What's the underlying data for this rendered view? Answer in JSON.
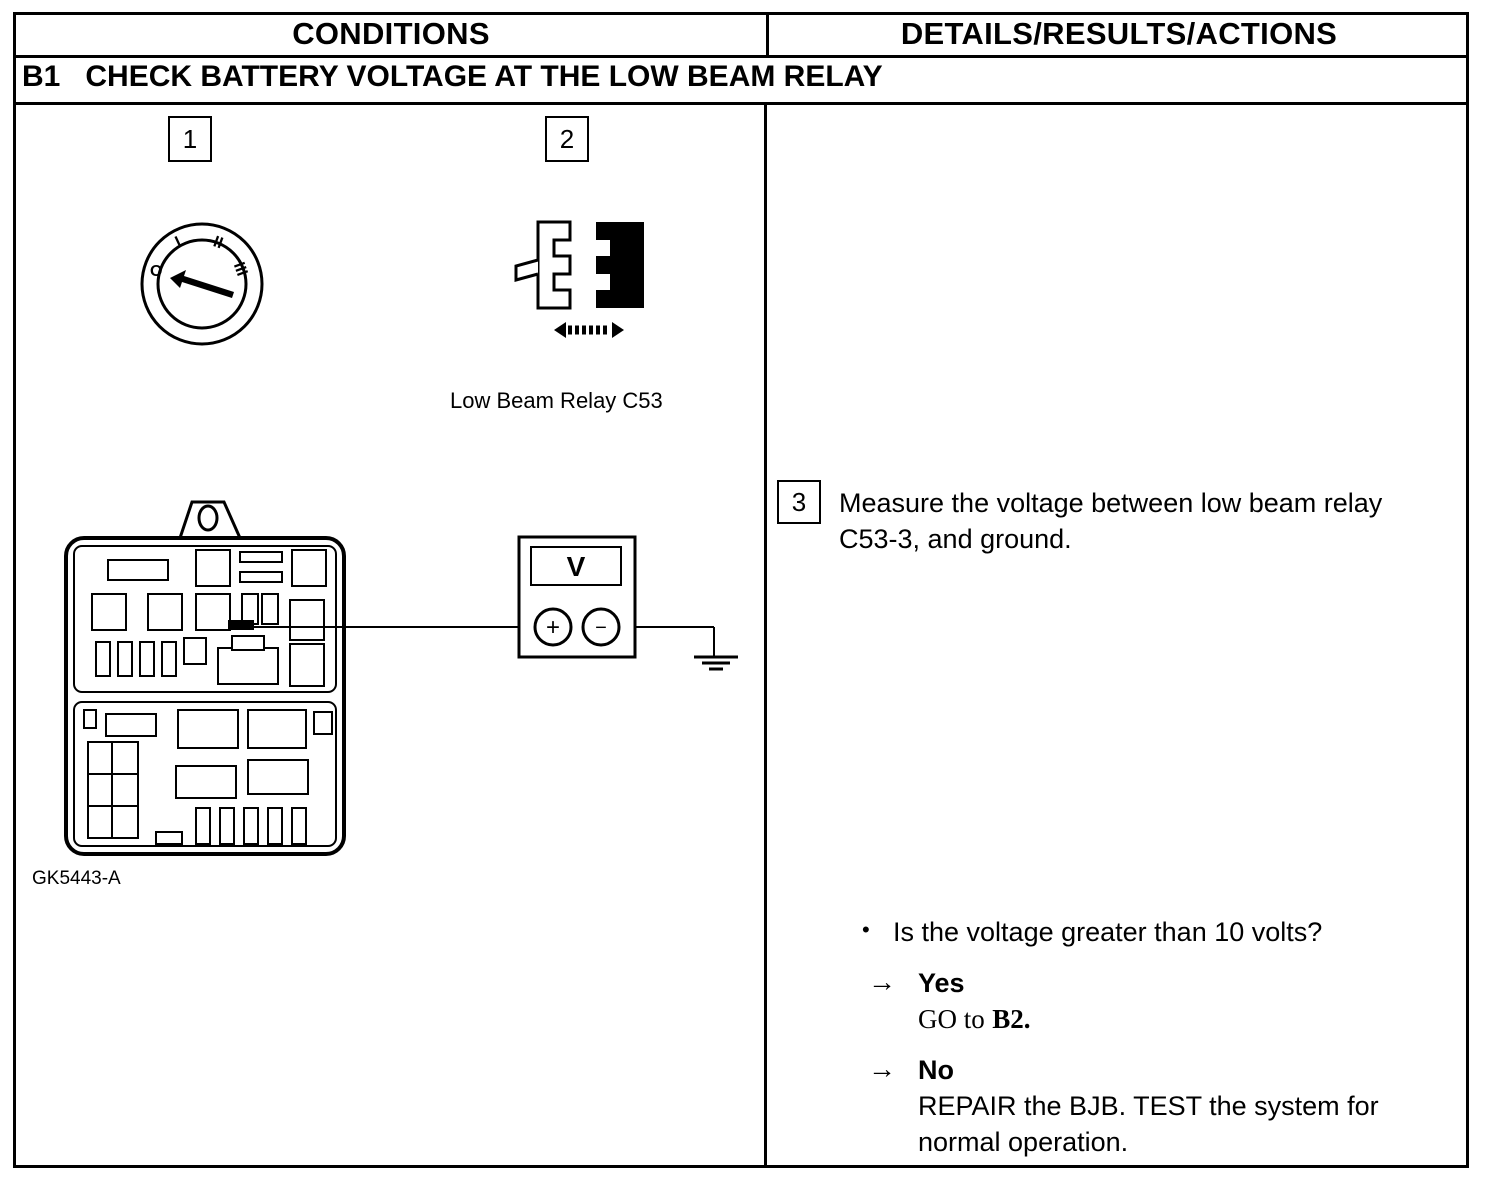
{
  "header": {
    "conditions_label": "CONDITIONS",
    "details_label": "DETAILS/RESULTS/ACTIONS"
  },
  "section": {
    "code": "B1",
    "title": "CHECK BATTERY VOLTAGE AT THE LOW BEAM RELAY"
  },
  "steps": {
    "step1_num": "1",
    "step2_num": "2",
    "step3_num": "3"
  },
  "ignition": {
    "positions": [
      "O",
      "I",
      "II",
      "III"
    ]
  },
  "relay": {
    "caption": "Low Beam Relay C53"
  },
  "meter": {
    "display": "V",
    "plus": "+",
    "minus": "−"
  },
  "figure_id": "GK5443-A",
  "details": {
    "instruction": "Measure the voltage between low beam relay C53-3, and ground.",
    "question": "Is the voltage greater than 10 volts?",
    "yes_label": "Yes",
    "yes_action_go": "GO to",
    "yes_action_target": "B2.",
    "no_label": "No",
    "no_action": "REPAIR the BJB. TEST the system for normal operation."
  },
  "icons": {
    "arrow": "→",
    "bullet": "•"
  }
}
